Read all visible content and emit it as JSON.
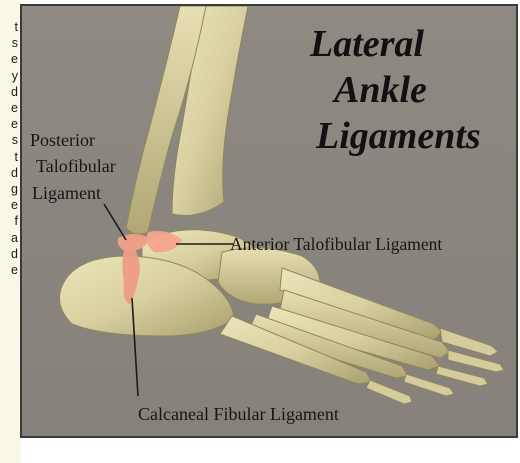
{
  "left_column_fragments": [
    "t",
    "s",
    "e",
    "y",
    "d",
    "e",
    "e",
    "s",
    "t",
    "d",
    "g",
    "e",
    "f",
    "a",
    "d",
    "e"
  ],
  "image": {
    "title_lines": [
      "Lateral",
      "Ankle",
      "Ligaments"
    ],
    "labels": {
      "posterior_line1": "Posterior",
      "posterior_line2": "Talofibular",
      "posterior_line3": "Ligament",
      "anterior": "Anterior Talofibular Ligament",
      "calcaneal": "Calcaneal Fibular Ligament"
    },
    "colors": {
      "background": "#8b8780",
      "bone": "#d8d0a0",
      "bone_shadow": "#a89f6e",
      "ligament": "#f0a088"
    }
  }
}
